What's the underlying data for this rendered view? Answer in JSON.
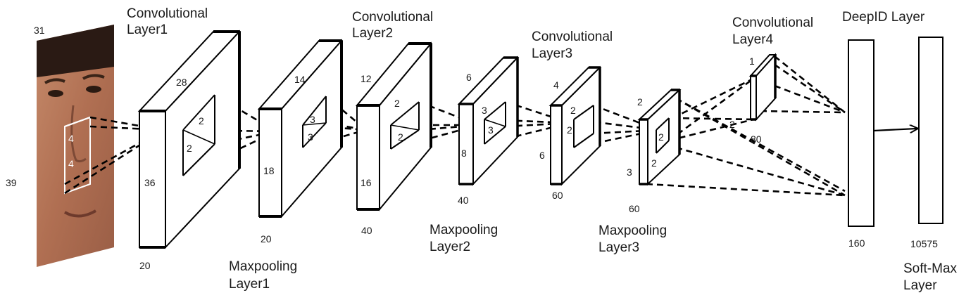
{
  "colors": {
    "stroke": "#000000",
    "text": "#1a1a1a",
    "face_patch": "#ffffff"
  },
  "input": {
    "width": "31",
    "height": "39"
  },
  "layers": {
    "conv1": {
      "line1": "Convolutional",
      "line2": "Layer1",
      "top": "28",
      "side": "36",
      "bottom": "20",
      "k1": "2",
      "k2": "2"
    },
    "pool1": {
      "line1": "Maxpooling",
      "line2": "Layer1",
      "top": "14",
      "side": "18",
      "bottom": "20",
      "k1": "3",
      "k2": "3"
    },
    "conv2": {
      "line1": "Convolutional",
      "line2": "Layer2",
      "top": "12",
      "side": "16",
      "bottom": "40",
      "k1": "2",
      "k2": "2"
    },
    "pool2": {
      "line1": "Maxpooling",
      "line2": "Layer2",
      "top": "6",
      "side": "8",
      "bottom": "40",
      "k1": "3",
      "k2": "3"
    },
    "conv3": {
      "line1": "Convolutional",
      "line2": "Layer3",
      "top": "4",
      "side": "6",
      "bottom": "60",
      "k1": "2",
      "k2": "2"
    },
    "pool3": {
      "line1": "Maxpooling",
      "line2": "Layer3",
      "top": "2",
      "side": "3",
      "bottom": "60",
      "k1": "2",
      "k2": "2"
    },
    "conv4": {
      "line1": "Convolutional",
      "line2": "Layer4",
      "top": "1",
      "side": "2",
      "bottom": "80"
    },
    "deepid": {
      "title": "DeepID Layer",
      "bottom": "160"
    },
    "softmax": {
      "line1": "Soft-Max",
      "line2": "Layer",
      "bottom": "10575"
    }
  },
  "face_patch": {
    "k1": "4",
    "k2": "4"
  }
}
